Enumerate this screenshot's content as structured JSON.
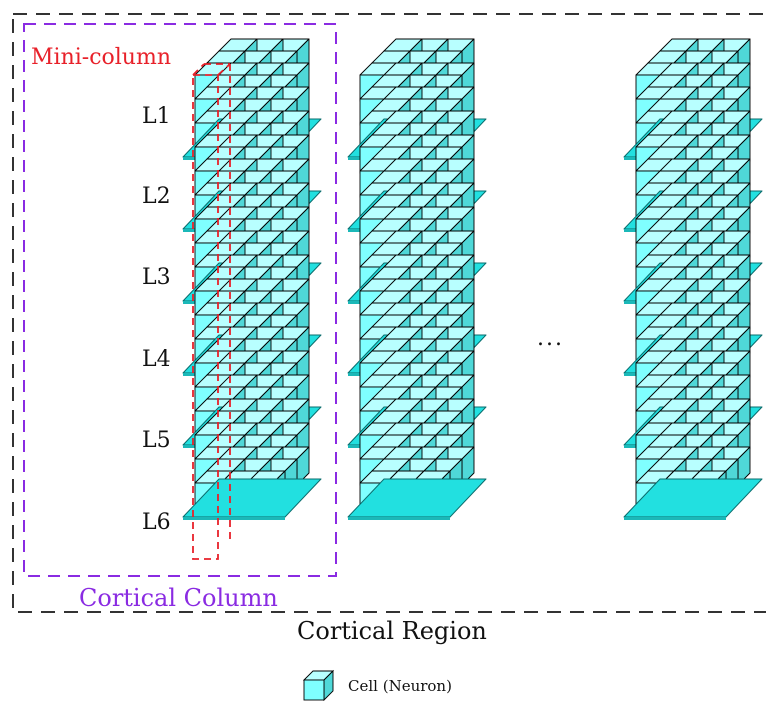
{
  "diagram": {
    "mini_column_label": "Mini-column",
    "cortical_column_label": "Cortical Column",
    "cortical_region_label": "Cortical Region",
    "ellipsis": "...",
    "layers": [
      "L1",
      "L2",
      "L3",
      "L4",
      "L5",
      "L6"
    ],
    "legend": {
      "icon": "cube-icon",
      "label": "Cell (Neuron)"
    },
    "colors": {
      "cell_fill": "#7fffff",
      "cell_top": "#b8ffff",
      "cell_side": "#4fd8d8",
      "plate": "#22e0e0",
      "mini_column_outline": "#e8212a",
      "cortical_column_outline": "#8a2be2",
      "region_outline": "#333333"
    }
  }
}
